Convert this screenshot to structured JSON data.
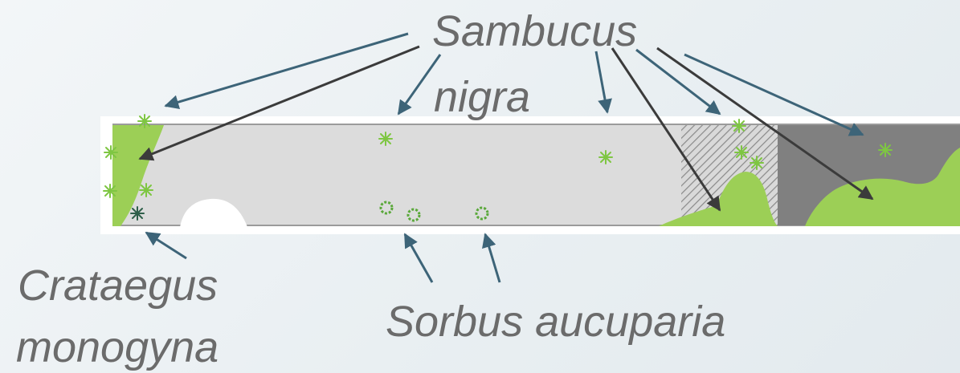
{
  "labels": {
    "sambucus_line1": "Sambucus",
    "sambucus_line2": "nigra",
    "crataegus_line1": "Crataegus",
    "crataegus_line2": "monogyna",
    "sorbus": "Sorbus aucuparia"
  },
  "colors": {
    "background": "#eef2f4",
    "strip_white": "#ffffff",
    "zone_light_grey": "#dcdcdc",
    "zone_hatched": "#9b9b9b",
    "zone_dark_grey": "#808080",
    "vegetation_green": "#9ccf56",
    "seedling_green": "#7ec642",
    "sorbus_ring_green": "#5aa83a",
    "arrow_blue": "#3d6478",
    "arrow_dark": "#3b3b3b",
    "label_text": "#6b6b6b"
  },
  "icons": {
    "sambucus_seedling": "asterisk-star-icon",
    "crataegus_seedling": "dark-asterisk-icon",
    "sorbus_seedling": "ring-flower-icon"
  }
}
